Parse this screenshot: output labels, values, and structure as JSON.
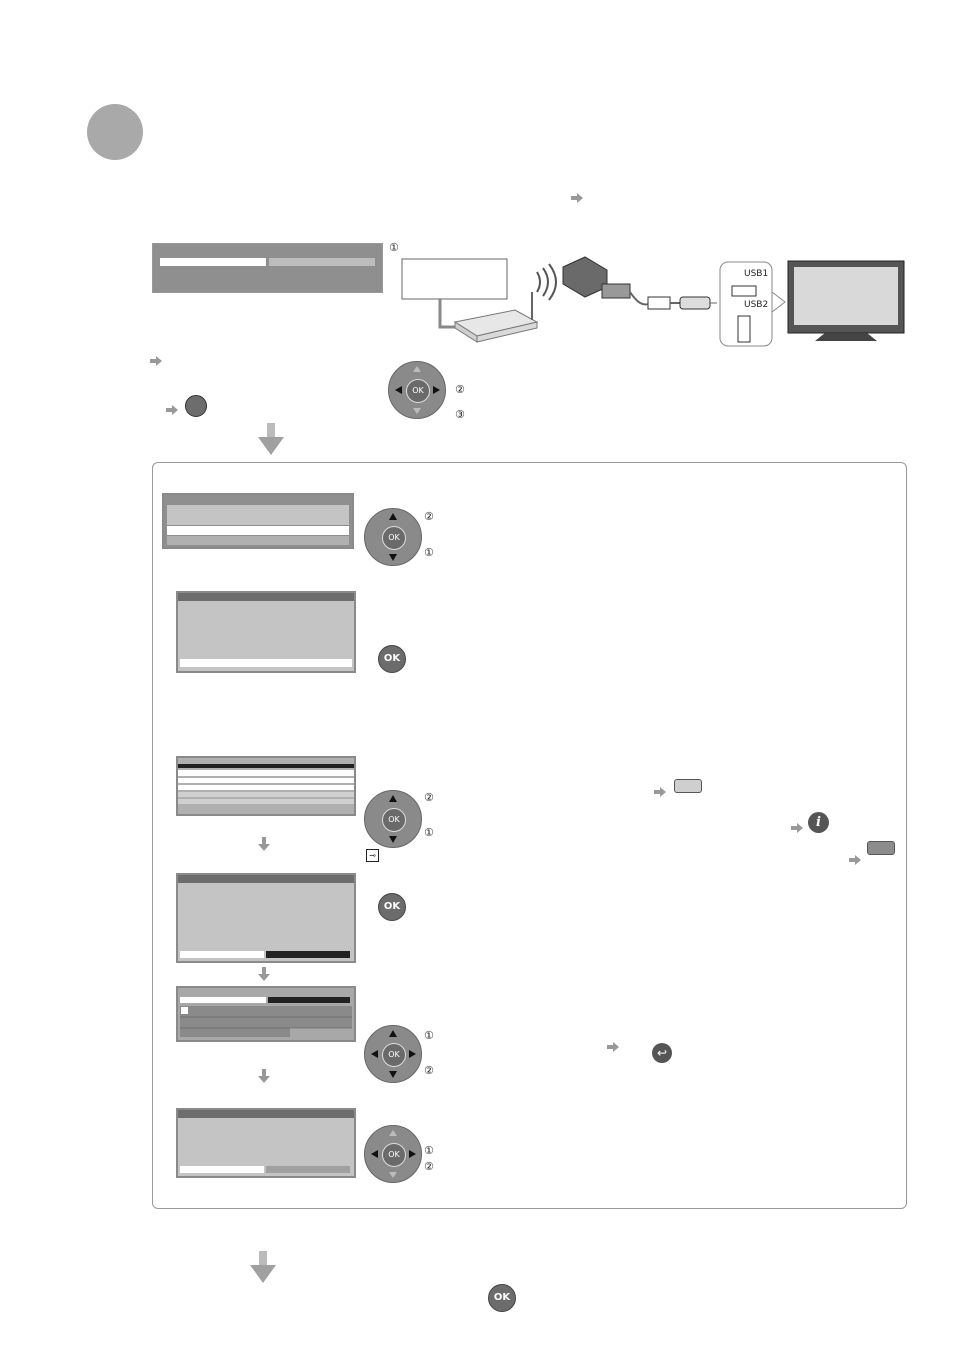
{
  "step": {
    "marker": ""
  },
  "diagram": {
    "callout_1": "①",
    "usb1_label": "USB1",
    "usb2_label": "USB2"
  },
  "dpad_top": {
    "ok": "OK",
    "num2": "②",
    "num3": "③"
  },
  "panel": {
    "row1": {
      "ok": "OK",
      "num2": "②",
      "num1": "①"
    },
    "row2": {
      "ok": "OK"
    },
    "row3": {
      "ok": "OK",
      "num2": "②",
      "num1": "①"
    },
    "row4": {
      "ok": "OK"
    },
    "row5": {
      "ok": "OK",
      "num1": "①",
      "num2": "②"
    },
    "row6": {
      "ok": "OK",
      "num1": "①",
      "num2": "②"
    }
  },
  "bottom": {
    "ok": "OK"
  },
  "colors": {
    "accent": "#a9a9a9",
    "screen": "#bdbdbd",
    "dark": "#6d6d6d"
  }
}
